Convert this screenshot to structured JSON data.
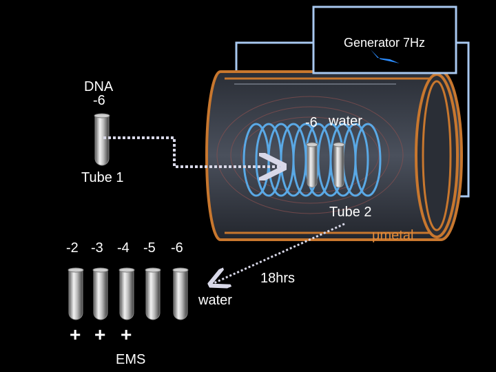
{
  "labels": {
    "generator": "Generator 7Hz",
    "dna": "DNA",
    "dna_dilution": "-6",
    "inside_dilution": "-6",
    "inside_water": "water",
    "tube1": "Tube 1",
    "tube2": "Tube 2",
    "metal": "μmetal",
    "time": "18hrs",
    "water": "water",
    "ems": "EMS"
  },
  "dilution_series": [
    "-2",
    "-3",
    "-4",
    "-5",
    "-6"
  ],
  "results": [
    "+",
    "+",
    "+"
  ],
  "colors": {
    "background": "#000000",
    "wire": "#a8c8f0",
    "coil": "#5aa9e6",
    "cylinder_outline": "#c8772e",
    "cylinder_fill": "#3a3f4a",
    "arrow": "#d8d8e8"
  }
}
